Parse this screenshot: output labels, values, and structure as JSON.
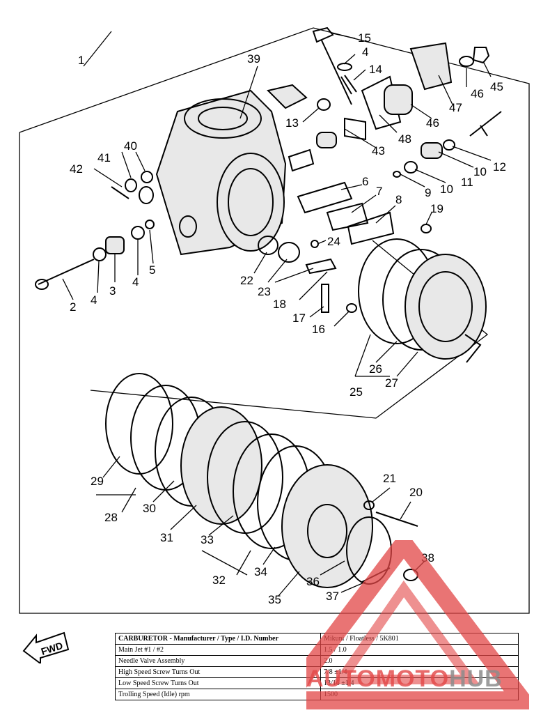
{
  "callouts": [
    "1",
    "2",
    "3",
    "4",
    "4",
    "4",
    "5",
    "6",
    "7",
    "8",
    "9",
    "10",
    "10",
    "11",
    "12",
    "13",
    "14",
    "15",
    "16",
    "17",
    "18",
    "19",
    "20",
    "21",
    "22",
    "23",
    "24",
    "25",
    "26",
    "27",
    "28",
    "29",
    "30",
    "31",
    "32",
    "33",
    "34",
    "35",
    "36",
    "37",
    "38",
    "39",
    "40",
    "41",
    "42",
    "43",
    "45",
    "46",
    "46",
    "47",
    "48"
  ],
  "fwd_label": "FWD",
  "table": {
    "rows": [
      {
        "label": "CARBURETOR - Manufacturer / Type / I.D. Number",
        "value": "Mikuni / Floatless / 5K801"
      },
      {
        "label": "Main Jet #1 / #2",
        "value": "1.5 / 1.0"
      },
      {
        "label": "Needle Valve Assembly",
        "value": "2.0"
      },
      {
        "label": "High Speed Screw Turns Out",
        "value": "7/8 ±1/4"
      },
      {
        "label": "Low Speed Screw Turns Out",
        "value": "13/16 ±1/4"
      },
      {
        "label": "Trolling Speed (Idle) rpm",
        "value": "1500"
      }
    ]
  },
  "watermark": {
    "part1": "AUTOMOTO",
    "part2": "HUB"
  }
}
